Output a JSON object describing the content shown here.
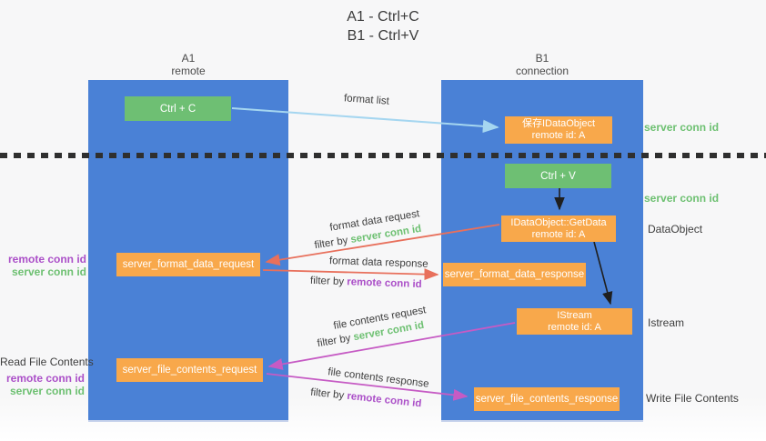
{
  "title": {
    "line1": "A1 - Ctrl+C",
    "line2": "B1 - Ctrl+V"
  },
  "columns": {
    "left": {
      "header_line1": "A1",
      "header_line2": "remote"
    },
    "right": {
      "header_line1": "B1",
      "header_line2": "connection"
    }
  },
  "nodes": {
    "ctrl_c": {
      "label": "Ctrl + C"
    },
    "ctrl_v": {
      "label": "Ctrl + V"
    },
    "save_dataobject": {
      "line1": "保存IDataObject",
      "line2": "remote id: A"
    },
    "getdata": {
      "line1": "IDataObject::GetData",
      "line2": "remote id: A"
    },
    "istream": {
      "line1": "IStream",
      "line2": "remote id: A"
    },
    "format_request": {
      "label": "server_format_data_request"
    },
    "format_response": {
      "label": "server_format_data_response"
    },
    "file_request": {
      "label": "server_file_contents_request"
    },
    "file_response": {
      "label": "server_file_contents_response"
    }
  },
  "arrow_labels": {
    "format_list": "format list",
    "format_data_request": "format data request",
    "format_data_response": "format data response",
    "file_contents_request": "file contents request",
    "file_contents_response": "file contents response",
    "filter_by": "filter by ",
    "server_conn_id": "server conn id",
    "remote_conn_id": "remote conn id"
  },
  "side_labels": {
    "right_server_conn_id_top": "server conn id",
    "right_server_conn_id_mid": "server conn id",
    "dataobject": "DataObject",
    "istream": "Istream",
    "write_file_contents": "Write File Contents",
    "read_file_contents": "Read File Contents",
    "left_remote_conn_id_1": "remote conn id",
    "left_server_conn_id_1": "server conn id",
    "left_remote_conn_id_2": "remote conn id",
    "left_server_conn_id_2": "server conn id"
  },
  "colors": {
    "column_blue": "#4a81d6",
    "node_green": "#6ebf73",
    "node_orange": "#f8a84b",
    "arrow_light_blue": "#a5d6f0",
    "arrow_red": "#e8705c",
    "arrow_purple": "#c65bc4",
    "arrow_black": "#1f1f1f",
    "text_green": "#6dc071",
    "text_purple": "#ab4fc8",
    "text_dark": "#3d3d3d"
  }
}
